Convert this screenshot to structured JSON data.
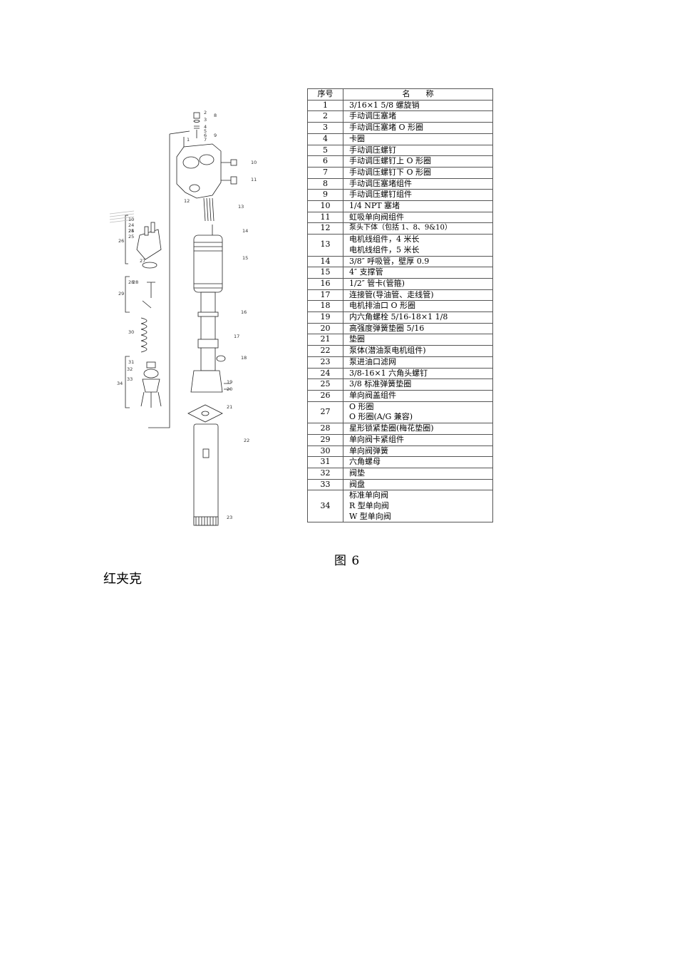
{
  "table": {
    "header": {
      "no": "序号",
      "name": "名　　称"
    },
    "rows": [
      {
        "no": "1",
        "lines": [
          "3/16×1 5/8 螺旋销"
        ]
      },
      {
        "no": "2",
        "lines": [
          "手动调压塞堵"
        ]
      },
      {
        "no": "3",
        "lines": [
          "手动调压塞堵 O 形圈"
        ]
      },
      {
        "no": "4",
        "lines": [
          "卡圈"
        ]
      },
      {
        "no": "5",
        "lines": [
          "手动调压螺钉"
        ]
      },
      {
        "no": "6",
        "lines": [
          "手动调压螺钉上 O 形圈"
        ]
      },
      {
        "no": "7",
        "lines": [
          "手动调压螺钉下 O 形圈"
        ]
      },
      {
        "no": "8",
        "lines": [
          "手动调压塞堵组件"
        ]
      },
      {
        "no": "9",
        "lines": [
          "手动调压螺钉组件"
        ]
      },
      {
        "no": "10",
        "lines": [
          "1/4 NPT 塞堵"
        ]
      },
      {
        "no": "11",
        "lines": [
          "虹吸单向阀组件"
        ]
      },
      {
        "no": "12",
        "lines": [
          "泵头下体（包括 1、8、9&10）"
        ],
        "small": true
      },
      {
        "no": "13",
        "lines": [
          "电机线组件，4 米长",
          "电机线组件，5 米长"
        ]
      },
      {
        "no": "14",
        "lines": [
          "3/8″ 呼吸管，壁厚 0.9"
        ]
      },
      {
        "no": "15",
        "lines": [
          "4″ 支撑管"
        ]
      },
      {
        "no": "16",
        "lines": [
          "1/2″ 管卡(管箍)"
        ]
      },
      {
        "no": "17",
        "lines": [
          "连接管(导油管、走线管)"
        ]
      },
      {
        "no": "18",
        "lines": [
          "电机排油口 O 形圈"
        ]
      },
      {
        "no": "19",
        "lines": [
          "内六角螺栓 5/16-18×1 1/8"
        ]
      },
      {
        "no": "20",
        "lines": [
          "高强度弹簧垫圈 5/16"
        ]
      },
      {
        "no": "21",
        "lines": [
          "垫圈"
        ]
      },
      {
        "no": "22",
        "lines": [
          "泵体(潜油泵电机组件)"
        ]
      },
      {
        "no": "23",
        "lines": [
          "泵进油口滤网"
        ]
      },
      {
        "no": "24",
        "lines": [
          "3/8-16×1 六角头螺钉"
        ]
      },
      {
        "no": "25",
        "lines": [
          "3/8 标准弹簧垫圈"
        ]
      },
      {
        "no": "26",
        "lines": [
          "单向阀盖组件"
        ]
      },
      {
        "no": "27",
        "lines": [
          "O 形圈",
          "O 形圈(A/G 兼容)"
        ]
      },
      {
        "no": "28",
        "lines": [
          "星形锁紧垫圈(梅花垫圈)"
        ]
      },
      {
        "no": "29",
        "lines": [
          "单向阀卡紧组件"
        ]
      },
      {
        "no": "30",
        "lines": [
          "单向阀弹簧"
        ]
      },
      {
        "no": "31",
        "lines": [
          "六角螺母"
        ]
      },
      {
        "no": "32",
        "lines": [
          "阀垫"
        ]
      },
      {
        "no": "33",
        "lines": [
          "阀盘"
        ]
      },
      {
        "no": "34",
        "lines": [
          "标准单向阀",
          "R 型单向阀",
          "W 型单向阀"
        ]
      }
    ]
  },
  "caption": "图 6",
  "note": "红夹克",
  "diagram": {
    "labels": [
      "1",
      "2",
      "3",
      "4",
      "5",
      "6",
      "7",
      "8",
      "9",
      "10",
      "11",
      "12",
      "13",
      "14",
      "15",
      "16",
      "17",
      "18",
      "19",
      "20",
      "21",
      "22",
      "23",
      "24",
      "25",
      "26",
      "27",
      "28",
      "29",
      "30",
      "31",
      "32",
      "33",
      "34",
      "10",
      "24",
      "25",
      "28"
    ]
  }
}
